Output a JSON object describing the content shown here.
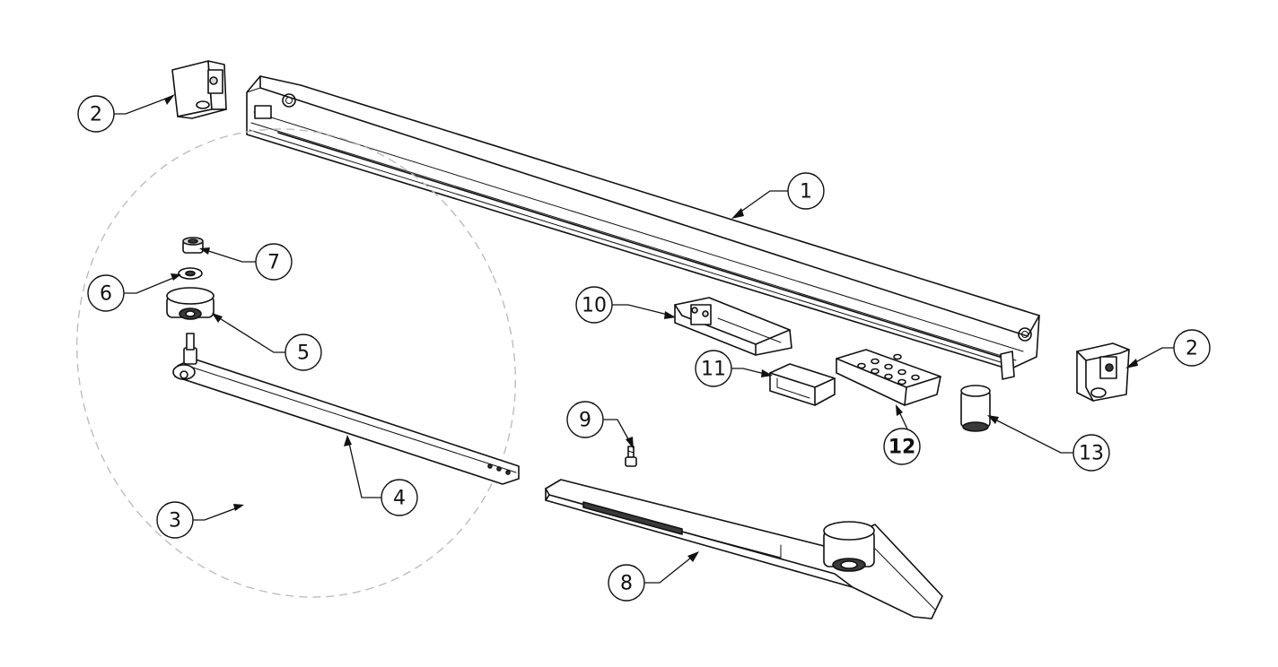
{
  "diagram": {
    "callouts": [
      {
        "id": "c1",
        "label": "1"
      },
      {
        "id": "c2a",
        "label": "2"
      },
      {
        "id": "c2b",
        "label": "2"
      },
      {
        "id": "c3",
        "label": "3"
      },
      {
        "id": "c4",
        "label": "4"
      },
      {
        "id": "c5",
        "label": "5"
      },
      {
        "id": "c6",
        "label": "6"
      },
      {
        "id": "c7",
        "label": "7"
      },
      {
        "id": "c8",
        "label": "8"
      },
      {
        "id": "c9",
        "label": "9"
      },
      {
        "id": "c10",
        "label": "10"
      },
      {
        "id": "c11",
        "label": "11"
      },
      {
        "id": "c12",
        "label": "12"
      },
      {
        "id": "c13",
        "label": "13"
      }
    ],
    "colors": {
      "ink": "#111111",
      "background": "#ffffff",
      "dashed_outline": "#bdbdbd"
    }
  }
}
